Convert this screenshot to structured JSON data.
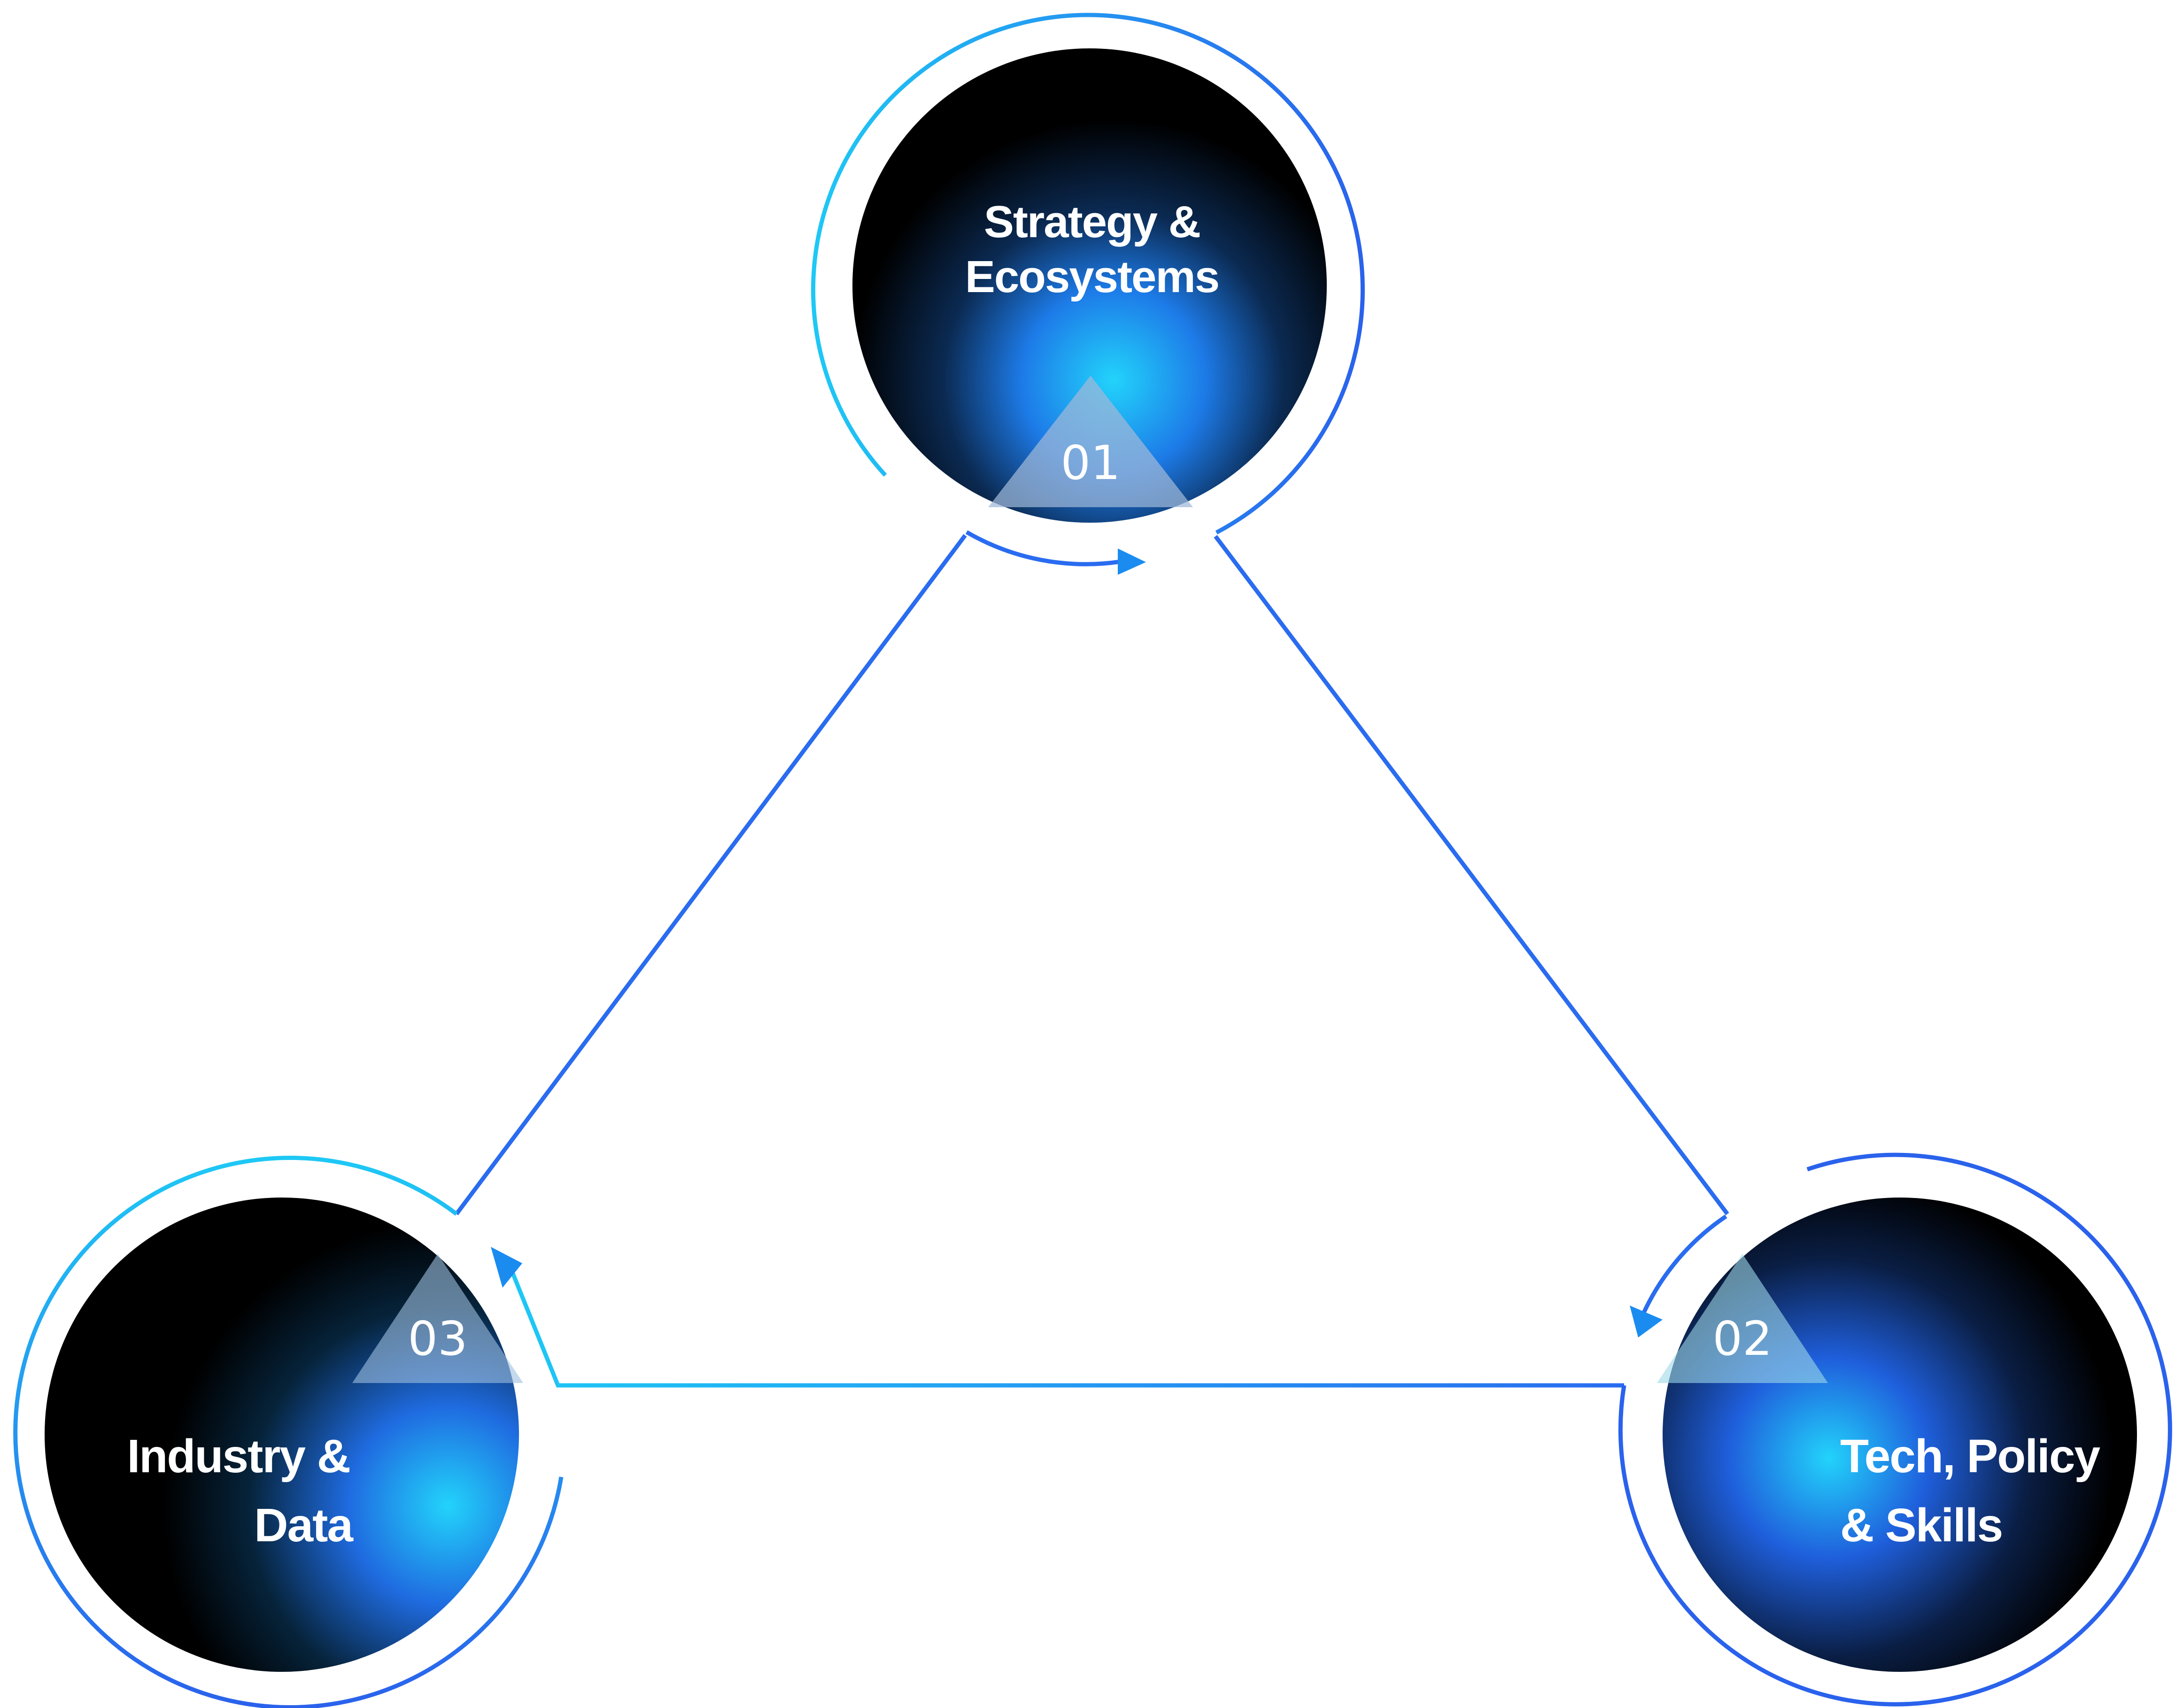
{
  "colors": {
    "cyan": "#1ec8f5",
    "blue": "#2a6cf0",
    "deep_blue": "#2f4fd8",
    "node_fill": "#000000",
    "text": "#ffffff"
  },
  "nodes": [
    {
      "id": "strategy",
      "number": "01",
      "label_lines": [
        "Strategy &",
        "Ecosystems"
      ]
    },
    {
      "id": "tech",
      "number": "02",
      "label_lines": [
        "Tech, Policy",
        "& Skills"
      ]
    },
    {
      "id": "industry",
      "number": "03",
      "label_lines": [
        "Industry &",
        "Data"
      ]
    }
  ],
  "edges": [
    {
      "from": "strategy",
      "to": "tech",
      "icon": "arrow-head"
    },
    {
      "from": "tech",
      "to": "industry",
      "icon": "arrow-head"
    },
    {
      "from": "industry",
      "to": "strategy",
      "icon": "arrow-head"
    }
  ]
}
